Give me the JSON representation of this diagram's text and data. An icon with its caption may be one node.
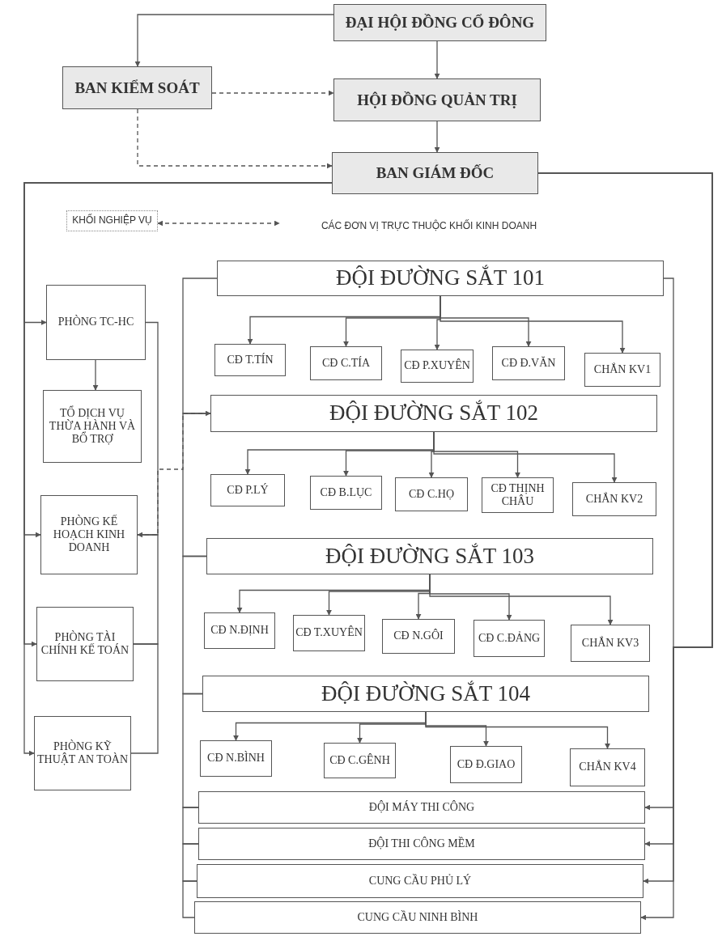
{
  "diagram": {
    "nodes": [
      {
        "text": [
          "ĐẠI HỘI ĐỒNG CỔ ĐÔNG"
        ]
      },
      {
        "text": [
          "BAN KIỂM SOÁT"
        ]
      },
      {
        "text": [
          "HỘI ĐỒNG QUẢN TRỊ"
        ]
      },
      {
        "text": [
          "BAN GIÁM ĐỐC"
        ]
      },
      {
        "text": [
          "KHỐI NGHIỆP VỤ"
        ]
      },
      {
        "text": [
          "CÁC ĐƠN VỊ TRỰC THUỘC KHỐI KINH DOANH"
        ]
      },
      {
        "text": [
          "PHÒNG TC-HC"
        ]
      },
      {
        "text": [
          "TỔ DỊCH VỤ THỪA HÀNH VÀ BỔ TRỢ"
        ]
      },
      {
        "text": [
          "PHÒNG KẾ HOẠCH KINH DOANH"
        ]
      },
      {
        "text": [
          "PHÒNG TÀI CHÍNH KẾ TOÁN"
        ]
      },
      {
        "text": [
          "PHÒNG KỸ THUẬT AN TOÀN"
        ]
      },
      {
        "text": [
          "ĐỘI ĐƯỜNG SẮT 101"
        ]
      },
      {
        "text": [
          "CĐ T.TÍN"
        ]
      },
      {
        "text": [
          "CĐ C.TÍA"
        ]
      },
      {
        "text": [
          "CĐ P.XUYÊN"
        ]
      },
      {
        "text": [
          "CĐ Đ.VĂN"
        ]
      },
      {
        "text": [
          "CHẮN KV1"
        ]
      },
      {
        "text": [
          "ĐỘI ĐƯỜNG SẮT 102"
        ]
      },
      {
        "text": [
          "CĐ P.LÝ"
        ]
      },
      {
        "text": [
          "CĐ B.LỤC"
        ]
      },
      {
        "text": [
          "CĐ C.HỌ"
        ]
      },
      {
        "text": [
          "CĐ THỊNH CHÂU"
        ]
      },
      {
        "text": [
          "CHẮN KV2"
        ]
      },
      {
        "text": [
          "ĐỘI ĐƯỜNG SẮT 103"
        ]
      },
      {
        "text": [
          "CĐ N.ĐỊNH"
        ]
      },
      {
        "text": [
          "CĐ T.XUYÊN"
        ]
      },
      {
        "text": [
          "CĐ N.GÔI"
        ]
      },
      {
        "text": [
          "CĐ C.ĐẢNG"
        ]
      },
      {
        "text": [
          "CHẮN KV3"
        ]
      },
      {
        "text": [
          "ĐỘI ĐƯỜNG SẮT 104"
        ]
      },
      {
        "text": [
          "CĐ N.BÌNH"
        ]
      },
      {
        "text": [
          "CĐ C.GÊNH"
        ]
      },
      {
        "text": [
          "CĐ Đ.GIAO"
        ]
      },
      {
        "text": [
          "CHẮN KV4"
        ]
      },
      {
        "text": [
          "ĐỘI MÁY THI CÔNG"
        ]
      },
      {
        "text": [
          "ĐỘI THI CÔNG MỀM"
        ]
      },
      {
        "text": [
          "CUNG CẦU PHỦ LÝ"
        ]
      },
      {
        "text": [
          "CUNG CẦU NINH BÌNH"
        ]
      }
    ],
    "edges": [
      {
        "from": 0,
        "to": 1,
        "arrow": "to"
      },
      {
        "from": 0,
        "to": 2,
        "arrow": "to"
      },
      {
        "from": 1,
        "to": 2,
        "arrow": "to",
        "style": "dashed"
      },
      {
        "from": 1,
        "to": 3,
        "arrow": "to",
        "style": "dashed"
      },
      {
        "from": 2,
        "to": 3,
        "arrow": "to"
      },
      {
        "from": 3,
        "to": 6,
        "arrow": "to"
      },
      {
        "from": 3,
        "to": 8,
        "arrow": "to"
      },
      {
        "from": 3,
        "to": 9,
        "arrow": "to"
      },
      {
        "from": 3,
        "to": 10,
        "arrow": "to"
      },
      {
        "from": 3,
        "to": 11,
        "arrow": "none"
      },
      {
        "from": 3,
        "to": 34,
        "arrow": "to"
      },
      {
        "from": 3,
        "to": 35,
        "arrow": "to"
      },
      {
        "from": 3,
        "to": 36,
        "arrow": "to"
      },
      {
        "from": 3,
        "to": 37,
        "arrow": "to"
      },
      {
        "from": 6,
        "to": 7,
        "arrow": "to"
      },
      {
        "from": 4,
        "to": 5,
        "arrow": "both",
        "style": "dashed"
      },
      {
        "from": 11,
        "to": 12,
        "arrow": "to"
      },
      {
        "from": 11,
        "to": 13,
        "arrow": "to"
      },
      {
        "from": 11,
        "to": 14,
        "arrow": "to"
      },
      {
        "from": 11,
        "to": 15,
        "arrow": "to"
      },
      {
        "from": 11,
        "to": 16,
        "arrow": "to"
      },
      {
        "from": 17,
        "to": 18,
        "arrow": "to"
      },
      {
        "from": 17,
        "to": 19,
        "arrow": "to"
      },
      {
        "from": 17,
        "to": 20,
        "arrow": "to"
      },
      {
        "from": 17,
        "to": 21,
        "arrow": "to"
      },
      {
        "from": 17,
        "to": 22,
        "arrow": "to"
      },
      {
        "from": 23,
        "to": 24,
        "arrow": "to"
      },
      {
        "from": 23,
        "to": 25,
        "arrow": "to"
      },
      {
        "from": 23,
        "to": 26,
        "arrow": "to"
      },
      {
        "from": 23,
        "to": 27,
        "arrow": "to"
      },
      {
        "from": 23,
        "to": 28,
        "arrow": "to"
      },
      {
        "from": 29,
        "to": 30,
        "arrow": "to"
      },
      {
        "from": 29,
        "to": 31,
        "arrow": "to"
      },
      {
        "from": 29,
        "to": 32,
        "arrow": "to"
      },
      {
        "from": 29,
        "to": 33,
        "arrow": "to"
      },
      {
        "from": 11,
        "to": 17,
        "arrow": "none"
      },
      {
        "from": 17,
        "to": 23,
        "arrow": "none"
      },
      {
        "from": 23,
        "to": 29,
        "arrow": "none"
      },
      {
        "from": 29,
        "to": 34,
        "arrow": "none"
      },
      {
        "from": 34,
        "to": 35,
        "arrow": "none"
      },
      {
        "from": 35,
        "to": 36,
        "arrow": "none"
      },
      {
        "from": 36,
        "to": 37,
        "arrow": "none"
      },
      {
        "from": 6,
        "to": 8,
        "arrow": "none"
      },
      {
        "from": 8,
        "to": 9,
        "arrow": "none"
      },
      {
        "from": 9,
        "to": 10,
        "arrow": "none"
      },
      {
        "from": 8,
        "to": 17,
        "arrow": "both",
        "style": "dashed"
      }
    ]
  }
}
